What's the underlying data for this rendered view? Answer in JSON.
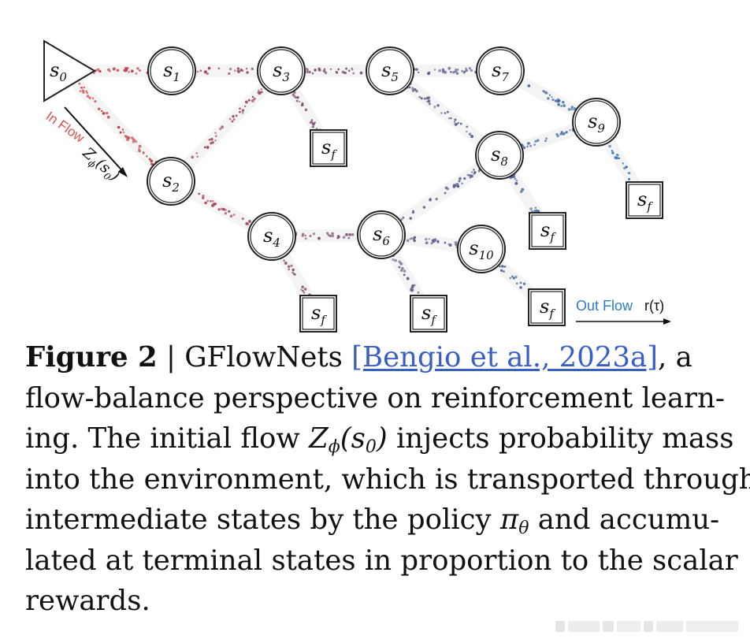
{
  "figure": {
    "nodes": [
      {
        "id": "s0",
        "kind": "source",
        "name": "s",
        "sub": "0"
      },
      {
        "id": "s1",
        "kind": "state",
        "name": "s",
        "sub": "1"
      },
      {
        "id": "s2",
        "kind": "state",
        "name": "s",
        "sub": "2"
      },
      {
        "id": "s3",
        "kind": "state",
        "name": "s",
        "sub": "3"
      },
      {
        "id": "s4",
        "kind": "state",
        "name": "s",
        "sub": "4"
      },
      {
        "id": "s5",
        "kind": "state",
        "name": "s",
        "sub": "5"
      },
      {
        "id": "s6",
        "kind": "state",
        "name": "s",
        "sub": "6"
      },
      {
        "id": "s7",
        "kind": "state",
        "name": "s",
        "sub": "7"
      },
      {
        "id": "s8",
        "kind": "state",
        "name": "s",
        "sub": "8"
      },
      {
        "id": "s9",
        "kind": "state",
        "name": "s",
        "sub": "9"
      },
      {
        "id": "s10",
        "kind": "state",
        "name": "s",
        "sub": "10"
      },
      {
        "id": "sf_a",
        "kind": "terminal",
        "name": "s",
        "sub": "f"
      },
      {
        "id": "sf_b",
        "kind": "terminal",
        "name": "s",
        "sub": "f"
      },
      {
        "id": "sf_c",
        "kind": "terminal",
        "name": "s",
        "sub": "f"
      },
      {
        "id": "sf_d",
        "kind": "terminal",
        "name": "s",
        "sub": "f"
      },
      {
        "id": "sf_e",
        "kind": "terminal",
        "name": "s",
        "sub": "f"
      },
      {
        "id": "sf_f",
        "kind": "terminal",
        "name": "s",
        "sub": "f"
      }
    ],
    "edges": [
      [
        "s0",
        "s1"
      ],
      [
        "s0",
        "s2"
      ],
      [
        "s1",
        "s3"
      ],
      [
        "s2",
        "s3"
      ],
      [
        "s2",
        "s4"
      ],
      [
        "s3",
        "s5"
      ],
      [
        "s3",
        "sf_a"
      ],
      [
        "s4",
        "s6"
      ],
      [
        "s4",
        "sf_e"
      ],
      [
        "s5",
        "s7"
      ],
      [
        "s5",
        "s8"
      ],
      [
        "s6",
        "s8"
      ],
      [
        "s6",
        "s10"
      ],
      [
        "s6",
        "sf_f"
      ],
      [
        "s7",
        "s9"
      ],
      [
        "s8",
        "s9"
      ],
      [
        "s8",
        "sf_b"
      ],
      [
        "s9",
        "sf_c"
      ],
      [
        "s10",
        "sf_d"
      ]
    ],
    "in_flow_label": "In Flow",
    "z_label": {
      "name": "Z",
      "sub": "ϕ",
      "arg": "(s",
      "arg_sub": "0",
      "close": ")"
    },
    "out_flow_label": "Out Flow",
    "out_flow_reward": "r(τ)",
    "colors": {
      "in_flow": "#d9534f",
      "out_flow": "#2f7dc0",
      "particle_start": "#d43a3a",
      "particle_end": "#2a6fb5",
      "edge_glow": "#ececec"
    }
  },
  "caption": {
    "label": "Figure 2",
    "separator": " | ",
    "title": "GFlowNets ",
    "citation": "[Bengio et al., 2023a]",
    "line1_rest": ", a",
    "line2": "flow-balance perspective on reinforcement learn-",
    "line3_a": "ing. The initial flow ",
    "line3_math_z": "Z",
    "line3_math_sub": "ϕ",
    "line3_math_arg": "(s",
    "line3_math_arg_sub": "0",
    "line3_math_close": ")",
    "line3_b": " injects probability mass",
    "line4": "into the environment, which is transported through",
    "line5_a": "intermediate states by the policy ",
    "line5_math_pi": "π",
    "line5_math_sub": "θ",
    "line5_b": " and accumu-",
    "line6": "lated at terminal states in proportion to the scalar",
    "line7": "rewards."
  }
}
